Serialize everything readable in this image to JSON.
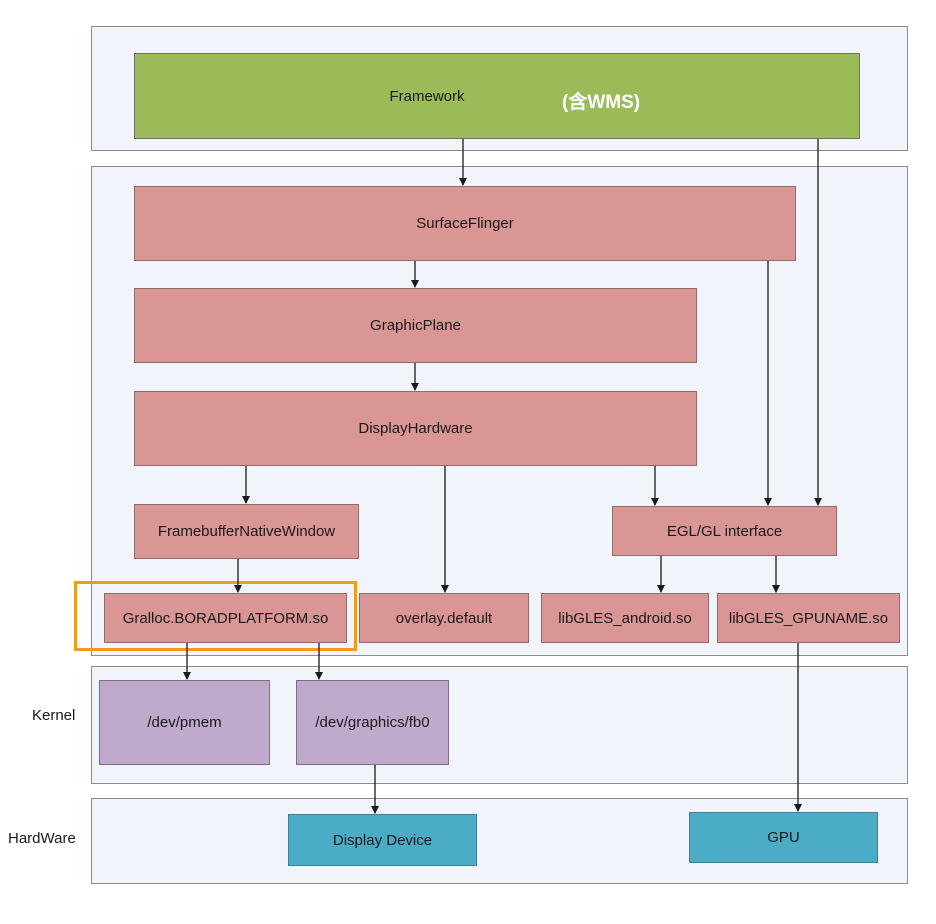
{
  "colors": {
    "framework": "#9bbb59",
    "native": "#d99694",
    "kernel": "#c0aacc",
    "hardware": "#4bacc6",
    "highlight": "#f29b1b",
    "layer_bg": "#f1f4fa"
  },
  "framework": {
    "label": "Framework",
    "note": "(含WMS)"
  },
  "native": {
    "surfaceflinger": "SurfaceFlinger",
    "graphicplane": "GraphicPlane",
    "displayhardware": "DisplayHardware",
    "fbwindow": "FramebufferNativeWindow",
    "egl": "EGL/GL interface",
    "gralloc": "Gralloc.BORADPLATFORM.so",
    "overlay": "overlay.default",
    "libgles_android": "libGLES_android.so",
    "libgles_gpuname": "libGLES_GPUNAME.so"
  },
  "kernel": {
    "label": "Kernel",
    "pmem": "/dev/pmem",
    "fb0": "/dev/graphics/fb0"
  },
  "hardware": {
    "label": "HardWare",
    "display": "Display Device",
    "gpu": "GPU"
  }
}
